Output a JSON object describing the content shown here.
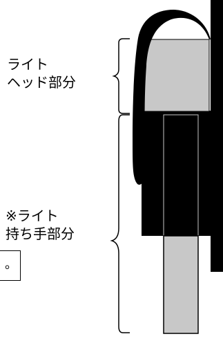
{
  "labels": {
    "head_line1": "ライト",
    "head_line2": "ヘッド部分",
    "handle_line1": "※ライト",
    "handle_line2": "持ち手部分",
    "note_fragment": "。"
  },
  "colors": {
    "head_fill": "#c8c8c8",
    "body_fill": "#000000",
    "handle_fill": "#c8c8c8",
    "outline": "#000000",
    "background": "#ffffff"
  }
}
